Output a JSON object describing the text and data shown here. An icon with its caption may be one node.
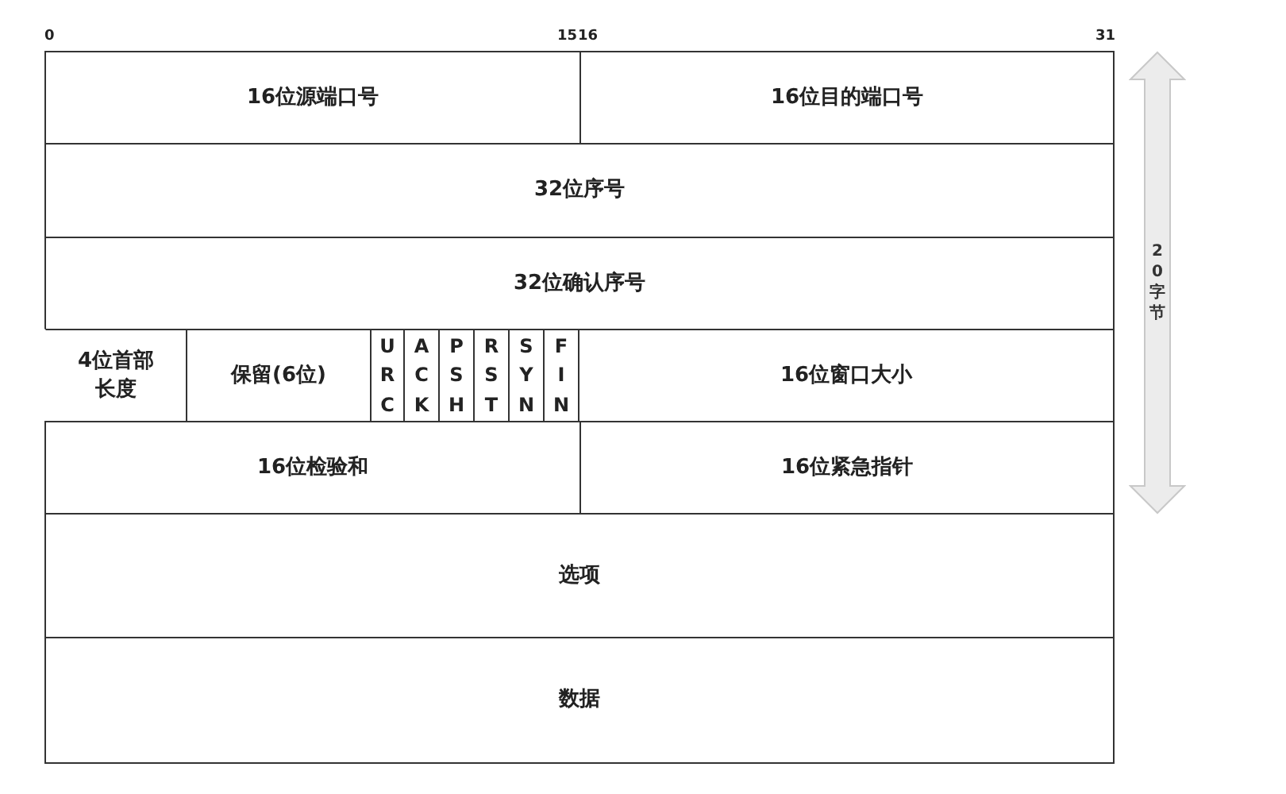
{
  "diagram": {
    "nodes": [
      {
        "text": [
          "16位源端口号"
        ]
      },
      {
        "text": [
          "16位目的端口号"
        ]
      },
      {
        "text": [
          "32位序号"
        ]
      },
      {
        "text": [
          "32位确认序号"
        ]
      },
      {
        "text": [
          "4位首部长度"
        ]
      },
      {
        "text": [
          "保留(6位)"
        ]
      },
      {
        "text": [
          "URC"
        ]
      },
      {
        "text": [
          "ACK"
        ]
      },
      {
        "text": [
          "PSH"
        ]
      },
      {
        "text": [
          "RST"
        ]
      },
      {
        "text": [
          "SYN"
        ]
      },
      {
        "text": [
          "FIN"
        ]
      },
      {
        "text": [
          "16位窗口大小"
        ]
      },
      {
        "text": [
          "16位检验和"
        ]
      },
      {
        "text": [
          "16位紧急指针"
        ]
      },
      {
        "text": [
          "选项"
        ]
      },
      {
        "text": [
          "数据"
        ]
      },
      {
        "text": [
          "20字节"
        ]
      }
    ],
    "labels": [
      "0",
      "15",
      "16",
      "31"
    ]
  }
}
